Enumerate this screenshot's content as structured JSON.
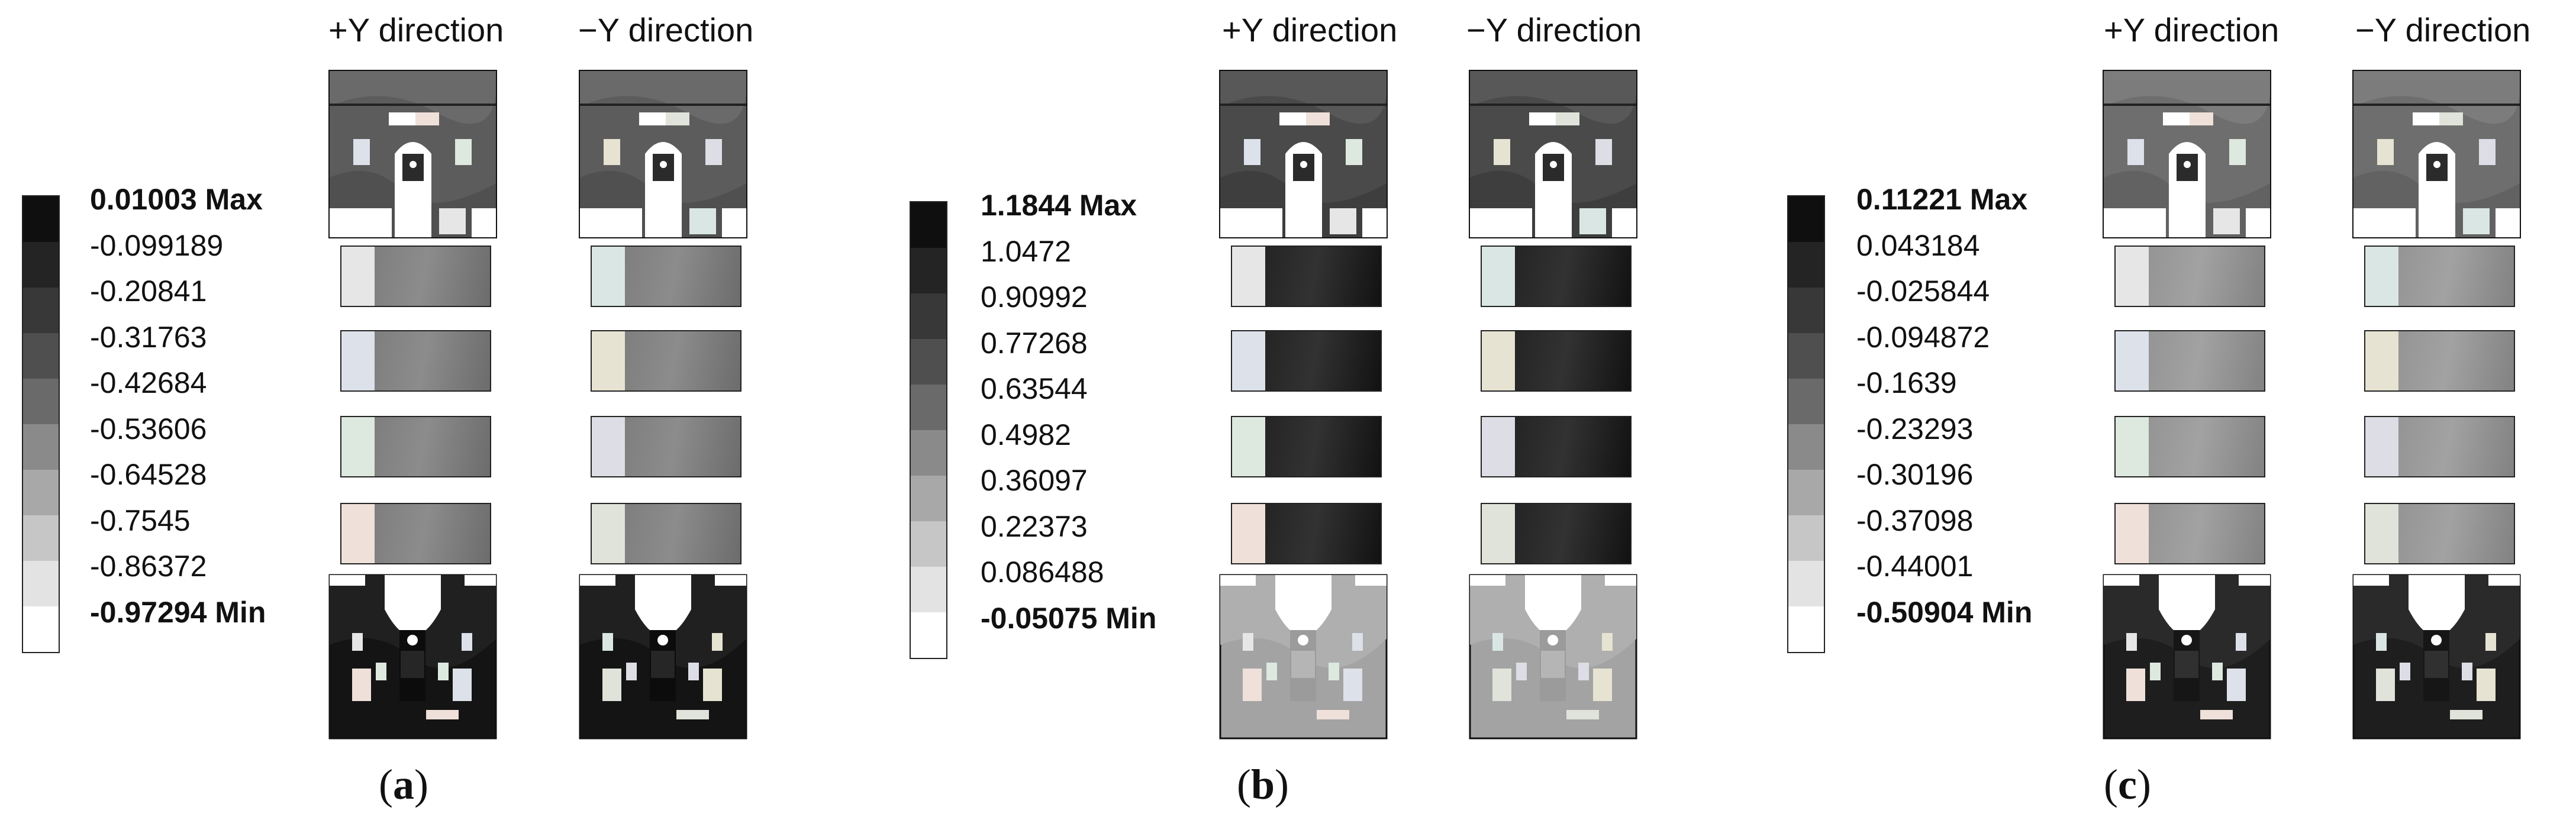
{
  "panels": [
    {
      "id": "a",
      "label": "a",
      "header_pos": "+Y direction",
      "header_neg": "−Y direction",
      "legend_values": [
        "0.01003 Max",
        "-0.099189",
        "-0.20841",
        "-0.31763",
        "-0.42684",
        "-0.53606",
        "-0.64528",
        "-0.7545",
        "-0.86372",
        "-0.97294 Min"
      ],
      "legend_colors": [
        "#0f0f0f",
        "#242424",
        "#383838",
        "#4f4f4f",
        "#6a6a6a",
        "#8a8a8a",
        "#a8a8a8",
        "#c6c6c6",
        "#e3e3e3",
        "#ffffff"
      ],
      "top_color": "#5c5c5c",
      "strip_color": "#767676",
      "bottom_color": "#141414"
    },
    {
      "id": "b",
      "label": "b",
      "header_pos": "+Y direction",
      "header_neg": "−Y direction",
      "legend_values": [
        "1.1844 Max",
        "1.0472",
        "0.90992",
        "0.77268",
        "0.63544",
        "0.4982",
        "0.36097",
        "0.22373",
        "0.086488",
        "-0.05075 Min"
      ],
      "legend_colors": [
        "#0f0f0f",
        "#242424",
        "#383838",
        "#4f4f4f",
        "#6a6a6a",
        "#8a8a8a",
        "#a8a8a8",
        "#c6c6c6",
        "#e3e3e3",
        "#ffffff"
      ],
      "top_color": "#4a4a4a",
      "strip_color": "#1c1c1c",
      "bottom_color": "#a3a3a3"
    },
    {
      "id": "c",
      "label": "c",
      "header_pos": "+Y direction",
      "header_neg": "−Y direction",
      "legend_values": [
        "0.11221 Max",
        "0.043184",
        "-0.025844",
        "-0.094872",
        "-0.1639",
        "-0.23293",
        "-0.30196",
        "-0.37098",
        "-0.44001",
        "-0.50904 Min"
      ],
      "legend_colors": [
        "#0f0f0f",
        "#242424",
        "#383838",
        "#4f4f4f",
        "#6a6a6a",
        "#8a8a8a",
        "#a8a8a8",
        "#c6c6c6",
        "#e3e3e3",
        "#ffffff"
      ],
      "top_color": "#6e6e6e",
      "strip_color": "#8c8c8c",
      "bottom_color": "#1e1e1e"
    }
  ],
  "pad_colors": [
    "#e6e6e6",
    "#dde1ea",
    "#dde8de",
    "#efe0da"
  ],
  "pad_colors_neg": [
    "#d9e6e4",
    "#e6e3d2",
    "#dcdde5",
    "#e0e3da"
  ]
}
